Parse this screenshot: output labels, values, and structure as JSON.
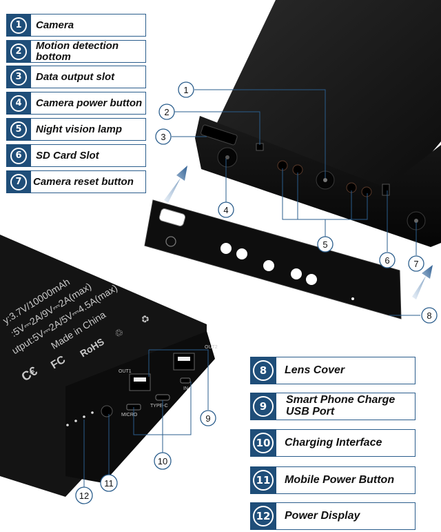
{
  "legend_top": [
    {
      "num": "1",
      "label": "Camera"
    },
    {
      "num": "2",
      "label": "Motion detection bottom"
    },
    {
      "num": "3",
      "label": "Data output slot"
    },
    {
      "num": "4",
      "label": "Camera power button"
    },
    {
      "num": "5",
      "label": "Night vision lamp"
    },
    {
      "num": "6",
      "label": "SD Card Slot"
    },
    {
      "num": "7",
      "label": "Camera reset button"
    }
  ],
  "legend_bottom": [
    {
      "num": "8",
      "label": "Lens Cover"
    },
    {
      "num": "9",
      "label": "Smart Phone Charge USB Port"
    },
    {
      "num": "10",
      "label": "Charging Interface"
    },
    {
      "num": "11",
      "label": "Mobile Power Button"
    },
    {
      "num": "12",
      "label": "Power Display"
    }
  ],
  "callouts": [
    "1",
    "2",
    "3",
    "4",
    "5",
    "6",
    "7",
    "8",
    "9",
    "10",
    "11",
    "12"
  ],
  "device_text": {
    "capacity": "y:3.7V/10000mAh",
    "input": ":5V⎓2A/9V⎓2A(max)",
    "output": "utput:5V⎓2A/5V⎓4.5A(max)",
    "made_in": "Made in China",
    "port_out2": "OUT2",
    "port_out1": "OUT1",
    "port_typec": "TYPE-C",
    "port_micro": "MICRO",
    "port_in": "IN"
  },
  "colors": {
    "accent": "#1f4e79",
    "device": "#151515",
    "line": "#2a5d8c",
    "arrow": "#2f5f92"
  }
}
